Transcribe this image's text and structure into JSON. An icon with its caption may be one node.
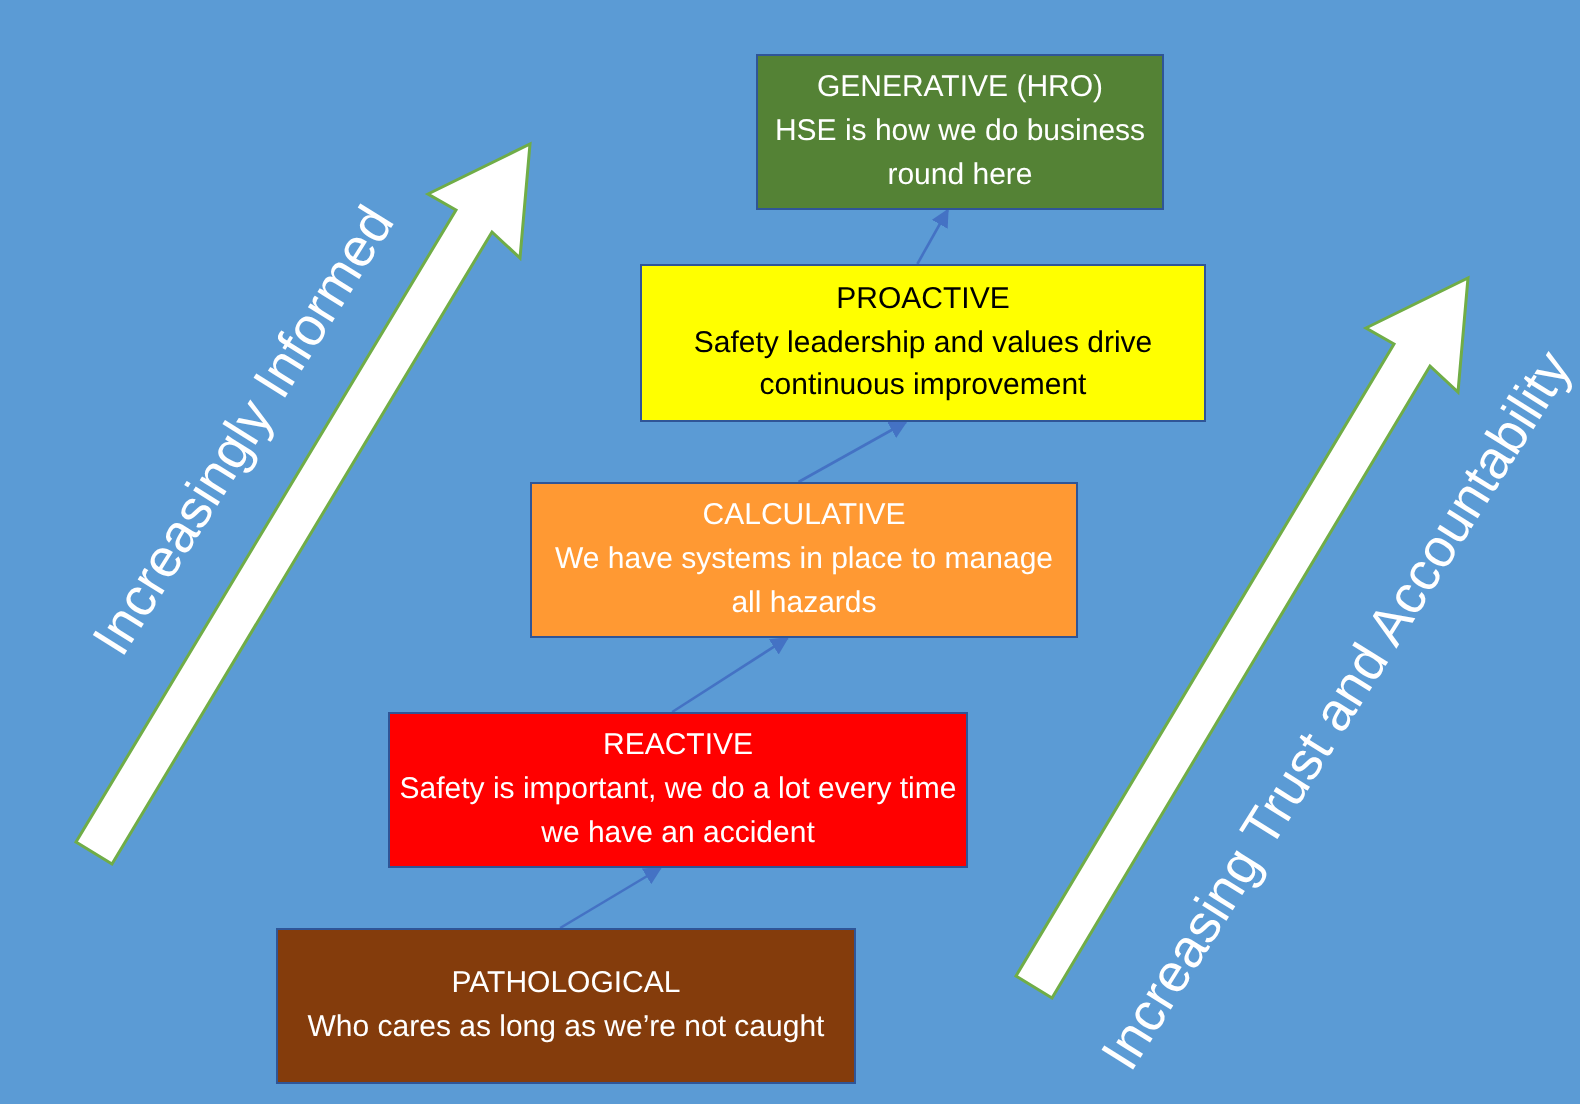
{
  "diagram": {
    "nodes": [
      {
        "text": [
          "PATHOLOGICAL",
          "Who cares as long as we’re not caught"
        ]
      },
      {
        "text": [
          "REACTIVE",
          "Safety is important, we do a lot every time we have an accident"
        ]
      },
      {
        "text": [
          "CALCULATIVE",
          "We have systems in place to manage all hazards"
        ]
      },
      {
        "text": [
          "PROACTIVE",
          "Safety leadership and values drive continuous improvement"
        ]
      },
      {
        "text": [
          "GENERATIVE (HRO)",
          "HSE is how we do business round here"
        ]
      }
    ],
    "edges": [
      {
        "from": 0,
        "to": 1,
        "arrow": "to"
      },
      {
        "from": 1,
        "to": 2,
        "arrow": "to"
      },
      {
        "from": 2,
        "to": 3,
        "arrow": "to"
      },
      {
        "from": 3,
        "to": 4,
        "arrow": "to"
      }
    ],
    "labels": [
      "Increasingly Informed",
      "Increasing Trust and Accountability"
    ]
  }
}
